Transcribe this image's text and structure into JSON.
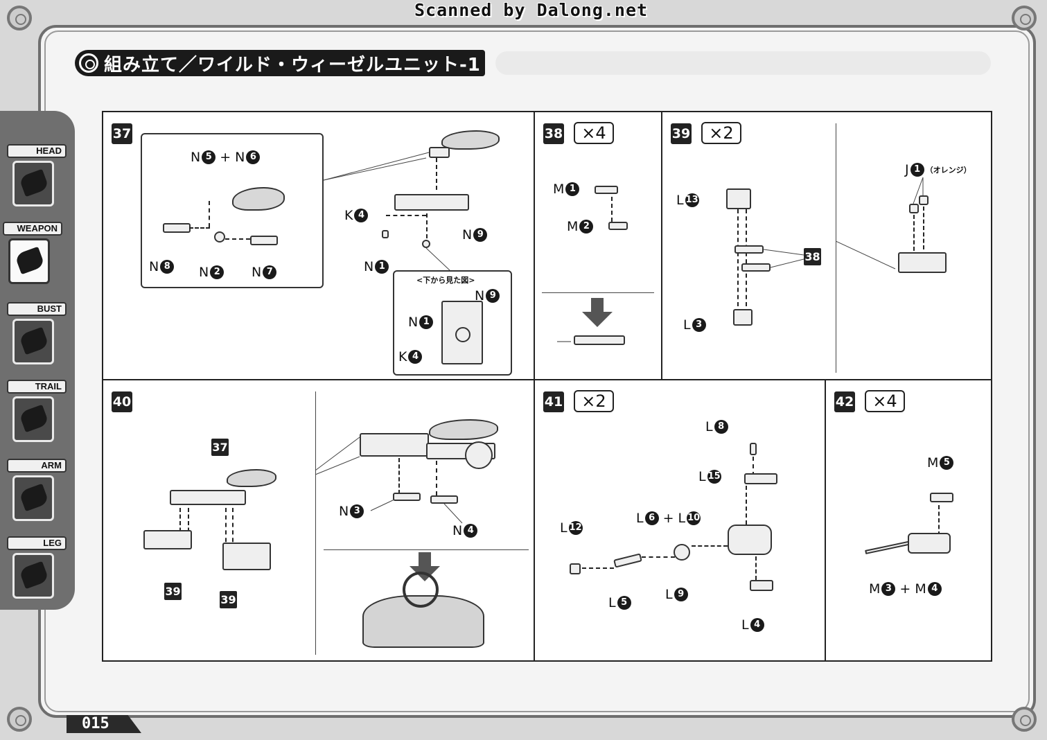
{
  "watermark": "Scanned by Dalong.net",
  "title": "組み立て／ワイルド・ウィーゼルユニット-1",
  "page_number": "015",
  "tabs": [
    {
      "label": "HEAD",
      "active": false
    },
    {
      "label": "WEAPON",
      "active": true
    },
    {
      "label": "BUST",
      "active": false
    },
    {
      "label": "TRAIL",
      "active": false
    },
    {
      "label": "ARM",
      "active": false
    },
    {
      "label": "LEG",
      "active": false
    }
  ],
  "steps": {
    "s37": {
      "num": "37",
      "labels": {
        "n5n6": {
          "a": "N",
          "an": "5",
          "plus": "+",
          "b": "N",
          "bn": "6"
        },
        "n8": {
          "a": "N",
          "an": "8"
        },
        "n2": {
          "a": "N",
          "an": "2"
        },
        "n7": {
          "a": "N",
          "an": "7"
        },
        "k4": {
          "a": "K",
          "an": "4"
        },
        "n9": {
          "a": "N",
          "an": "9"
        },
        "n1": {
          "a": "N",
          "an": "1"
        }
      },
      "bottom_view": {
        "caption": "<下から見た図>",
        "n9": {
          "a": "N",
          "an": "9"
        },
        "n1": {
          "a": "N",
          "an": "1"
        },
        "k4": {
          "a": "K",
          "an": "4"
        }
      }
    },
    "s38": {
      "num": "38",
      "mult": "×4",
      "m1": {
        "a": "M",
        "an": "1"
      },
      "m2": {
        "a": "M",
        "an": "2"
      }
    },
    "s39": {
      "num": "39",
      "mult": "×2",
      "l13": {
        "a": "L",
        "an": "13"
      },
      "ref38": "38",
      "l3": {
        "a": "L",
        "an": "3"
      },
      "j1": {
        "a": "J",
        "an": "1",
        "note": "（オレンジ）"
      }
    },
    "s40": {
      "num": "40",
      "ref37": "37",
      "ref39a": "39",
      "ref39b": "39",
      "n3": {
        "a": "N",
        "an": "3"
      },
      "n4": {
        "a": "N",
        "an": "4"
      }
    },
    "s41": {
      "num": "41",
      "mult": "×2",
      "l8": {
        "a": "L",
        "an": "8"
      },
      "l15": {
        "a": "L",
        "an": "15"
      },
      "l6l10": {
        "a": "L",
        "an": "6",
        "plus": "+",
        "b": "L",
        "bn": "10"
      },
      "l12": {
        "a": "L",
        "an": "12"
      },
      "l5": {
        "a": "L",
        "an": "5"
      },
      "l9": {
        "a": "L",
        "an": "9"
      },
      "l4": {
        "a": "L",
        "an": "4"
      }
    },
    "s42": {
      "num": "42",
      "mult": "×4",
      "m5": {
        "a": "M",
        "an": "5"
      },
      "m3m4": {
        "a": "M",
        "an": "3",
        "plus": "+",
        "b": "M",
        "bn": "4"
      }
    }
  }
}
